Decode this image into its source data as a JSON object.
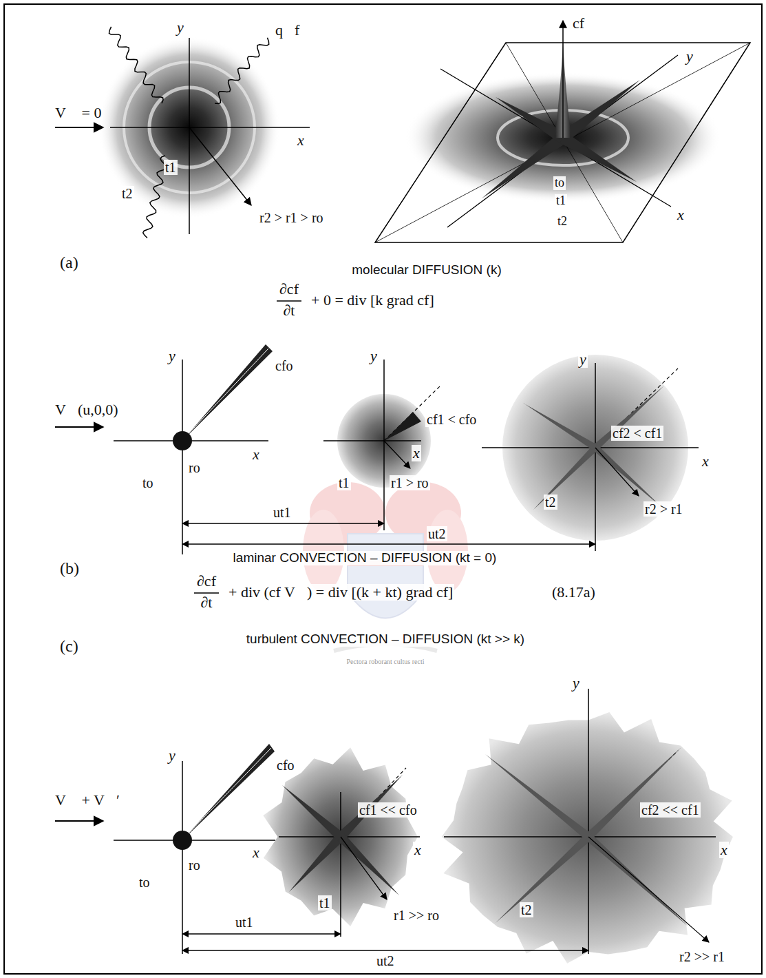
{
  "diagram": {
    "labels": [
      "(a)",
      "y",
      "x",
      "V⃗ = 0",
      "q⃗f",
      "t1",
      "t2",
      "r2 > r1 > ro",
      "cf",
      "y",
      "x",
      "to",
      "t1",
      "t2",
      "molecular DIFFUSION (k)",
      "∂cf",
      "∂t",
      "+ 0 = div [k grad cf]",
      "(b)",
      "V⃗(u,0,0)",
      "y",
      "x",
      "cfo",
      "ro",
      "to",
      "y",
      "cf1 < cfo",
      "x",
      "t1",
      "r1 > ro",
      "y",
      "cf2 < cf1",
      "x",
      "t2",
      "r2 > r1",
      "ut1",
      "ut2",
      "laminar CONVECTION – DIFFUSION (kt = 0)",
      "∂cf",
      "∂t",
      "+ div (cf V⃗) = div [(k + kt) grad cf]",
      "(8.17a)",
      "(c)",
      "turbulent CONVECTION – DIFFUSION (kt >> k)",
      "Pectora roborant cultus recti",
      "V⃗ + V⃗′",
      "y",
      "x",
      "cfo",
      "ro",
      "to",
      "cf1 << cfo",
      "x",
      "t1",
      "r1 >> ro",
      "y",
      "cf2 << cf1",
      "x",
      "t2",
      "r2 >> r1",
      "ut1",
      "ut2"
    ]
  }
}
